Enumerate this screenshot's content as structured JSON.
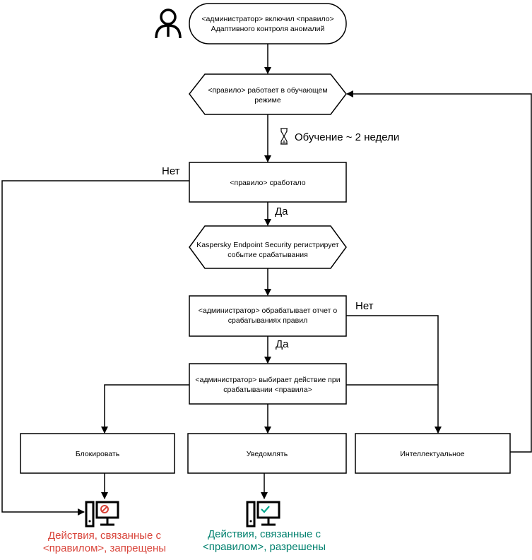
{
  "nodes": {
    "start": {
      "line1": "<администратор> включил <правило>",
      "line2": "Адаптивного контроля аномалий"
    },
    "learning": {
      "line1": "<правило> работает в обучающем",
      "line2": "режиме"
    },
    "triggered": {
      "text": "<правило> сработало"
    },
    "register": {
      "line1": "Kaspersky Endpoint Security регистрирует",
      "line2": "событие срабатывания"
    },
    "process": {
      "line1": "<администратор> обрабатывает отчет о",
      "line2": "срабатываниях правил"
    },
    "choose": {
      "line1": "<администратор> выбирает действие при",
      "line2": "срабатывании <правила>"
    },
    "block": {
      "text": "Блокировать"
    },
    "notify": {
      "text": "Уведомлять"
    },
    "smart": {
      "text": "Интеллектуальное"
    }
  },
  "labels": {
    "learning_duration": "Обучение ~ 2 недели",
    "no1": "Нет",
    "yes1": "Да",
    "no2": "Нет",
    "yes2": "Да"
  },
  "results": {
    "denied": {
      "line1": "Действия, связанные с",
      "line2": "<правилом>, запрещены",
      "icon": "computer-blocked-icon"
    },
    "allowed": {
      "line1": "Действия, связанные с",
      "line2": "<правилом>, разрешены",
      "icon": "computer-allowed-icon"
    }
  },
  "icons": {
    "actor": "user-icon",
    "timer": "hourglass-icon"
  },
  "colors": {
    "denied": "#d9453b",
    "allowed": "#00806e"
  }
}
